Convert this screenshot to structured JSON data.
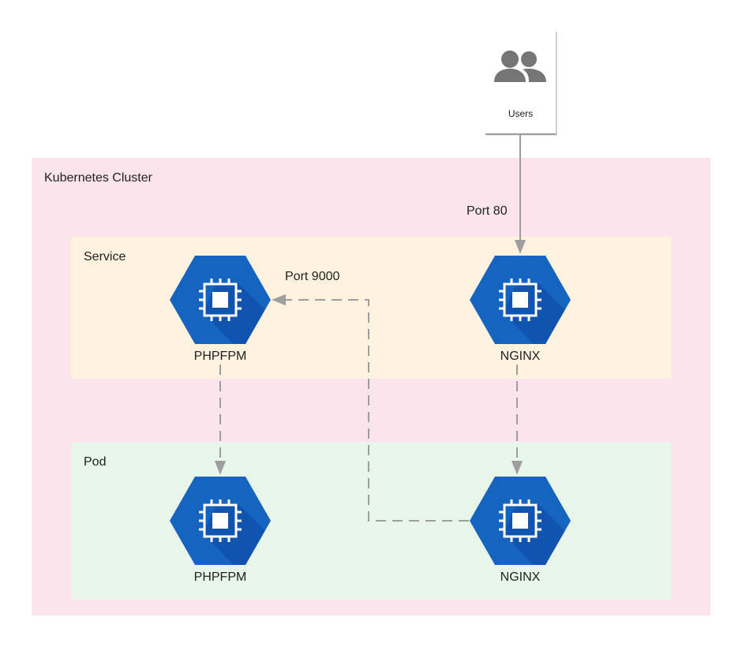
{
  "cluster": {
    "label": "Kubernetes Cluster"
  },
  "groups": {
    "service": {
      "label": "Service"
    },
    "pod": {
      "label": "Pod"
    }
  },
  "users": {
    "label": "Users",
    "icon": "users-icon"
  },
  "nodes": {
    "service_phpfpm": {
      "label": "PHPFPM",
      "icon": "compute-engine-icon"
    },
    "service_nginx": {
      "label": "NGINX",
      "icon": "compute-engine-icon"
    },
    "pod_phpfpm": {
      "label": "PHPFPM",
      "icon": "compute-engine-icon"
    },
    "pod_nginx": {
      "label": "NGINX",
      "icon": "compute-engine-icon"
    }
  },
  "edges": {
    "users_to_nginx": {
      "label": "Port 80"
    },
    "nginx_to_phpfpm": {
      "label": "Port 9000"
    }
  },
  "colors": {
    "cluster_bg": "#fce4ec",
    "service_bg": "#fff3e0",
    "pod_bg": "#e8f5e9",
    "hex_fill": "#1565c0",
    "hex_shadow": "#0d47a1",
    "connector": "#9e9e9e"
  }
}
